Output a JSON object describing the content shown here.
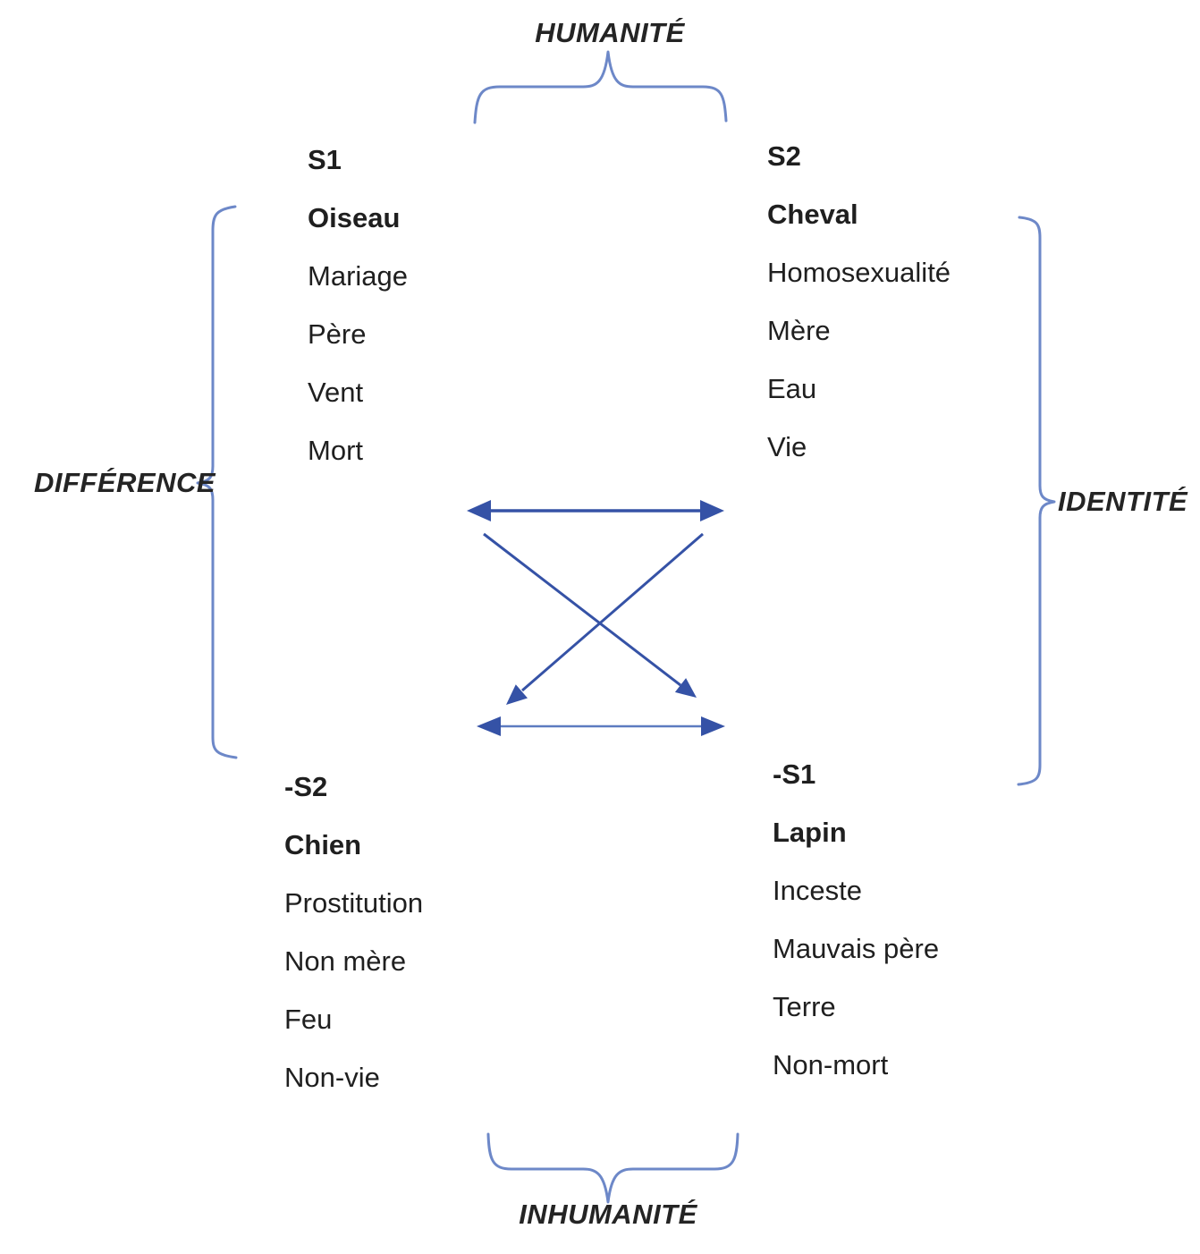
{
  "figure": {
    "axis_labels": {
      "top": "HUMANITÉ",
      "bottom": "INHUMANITÉ",
      "left": "DIFFÉRENCE",
      "right": "IDENTITÉ"
    },
    "quadrants": {
      "top_left": {
        "header": "S1",
        "items": [
          "Oiseau",
          "Mariage",
          "Père",
          "Vent",
          "Mort"
        ]
      },
      "top_right": {
        "header": "S2",
        "items": [
          "Cheval",
          "Homosexualité",
          "Mère",
          "Eau",
          "Vie"
        ]
      },
      "bottom_left": {
        "header": "-S2",
        "items": [
          "Chien",
          "Prostitution",
          "Non mère",
          "Feu",
          "Non-vie"
        ]
      },
      "bottom_right": {
        "header": "-S1",
        "items": [
          "Lapin",
          "Inceste",
          "Mauvais père",
          "Terre",
          "Non-mort"
        ]
      }
    },
    "colors": {
      "arrow_blue": "#3552a6",
      "arrow_light_blue": "#5d7bc0",
      "brace_blue": "#6d88c8",
      "text_black": "#1f1f1f"
    }
  }
}
